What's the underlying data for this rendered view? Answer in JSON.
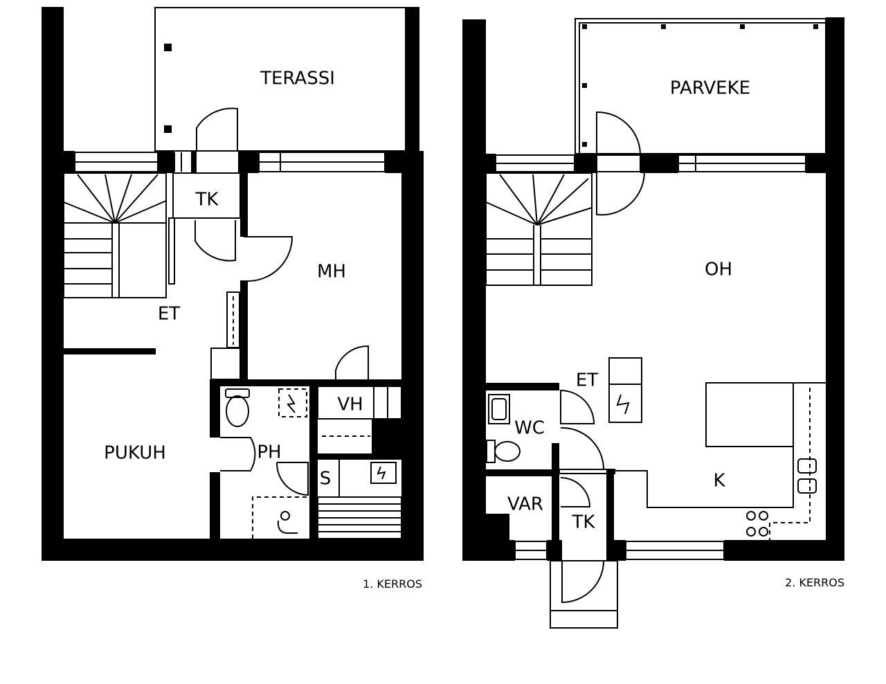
{
  "floor1": {
    "caption": "1. KERROS",
    "rooms": {
      "terassi": "TERASSI",
      "tk": "TK",
      "mh": "MH",
      "et": "ET",
      "pukuh": "PUKUH",
      "ph": "PH",
      "vh": "VH",
      "s": "S"
    }
  },
  "floor2": {
    "caption": "2. KERROS",
    "rooms": {
      "parveke": "PARVEKE",
      "oh": "OH",
      "et": "ET",
      "wc": "WC",
      "k": "K",
      "var": "VAR",
      "tk": "TK"
    }
  },
  "colors": {
    "wall": "#000000",
    "background": "#ffffff"
  }
}
